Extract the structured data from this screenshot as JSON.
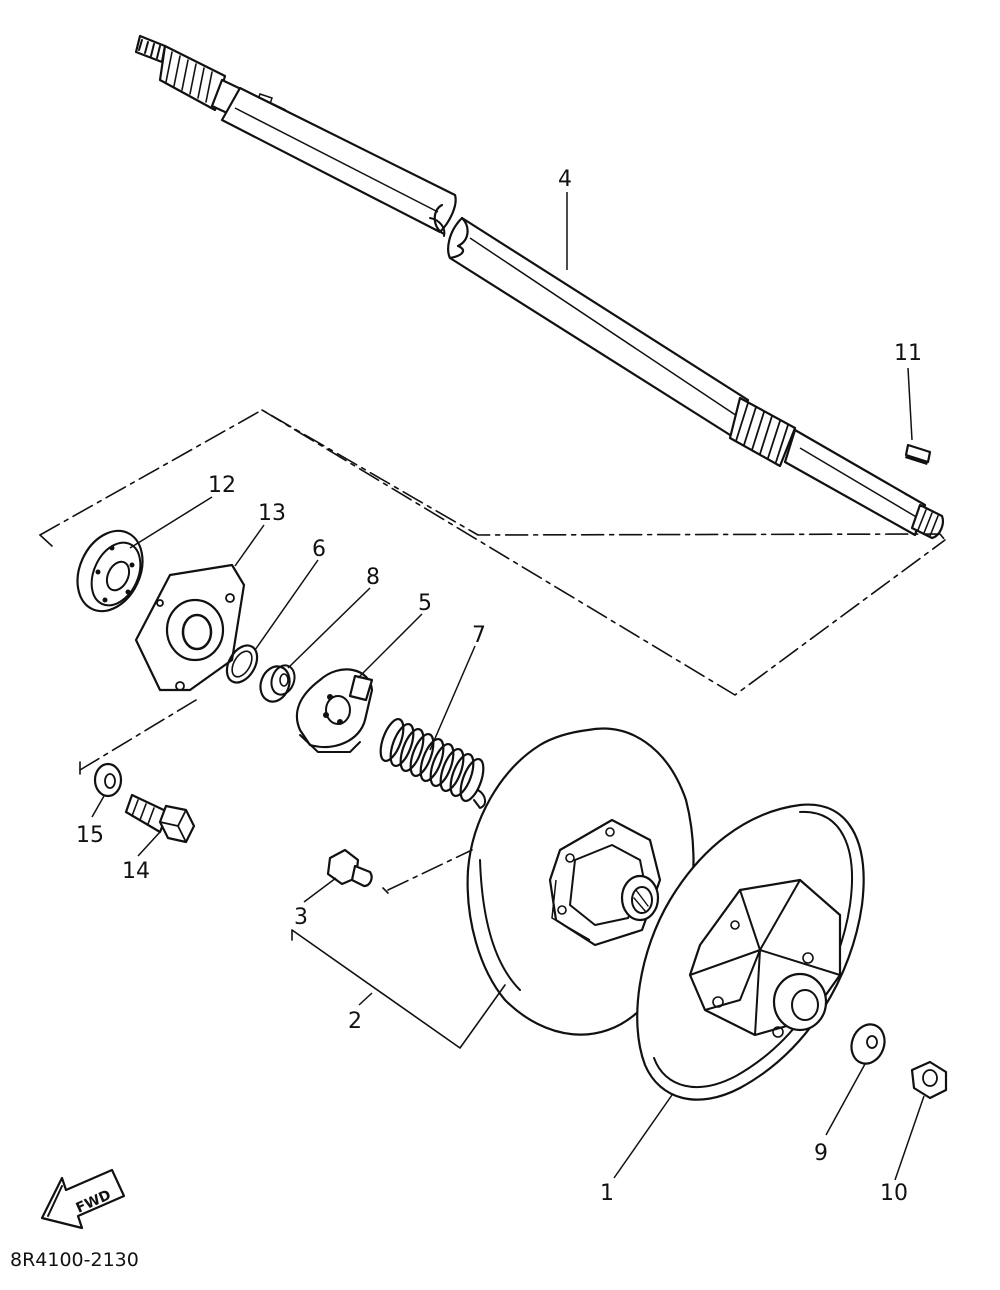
{
  "diagram_code": "8R4100-2130",
  "fwd_label": "FWD",
  "callouts": [
    {
      "id": "1",
      "label": "1"
    },
    {
      "id": "2",
      "label": "2"
    },
    {
      "id": "3",
      "label": "3"
    },
    {
      "id": "4",
      "label": "4"
    },
    {
      "id": "5",
      "label": "5"
    },
    {
      "id": "6",
      "label": "6"
    },
    {
      "id": "7",
      "label": "7"
    },
    {
      "id": "8",
      "label": "8"
    },
    {
      "id": "9",
      "label": "9"
    },
    {
      "id": "10",
      "label": "10"
    },
    {
      "id": "11",
      "label": "11"
    },
    {
      "id": "12",
      "label": "12"
    },
    {
      "id": "13",
      "label": "13"
    },
    {
      "id": "14",
      "label": "14"
    },
    {
      "id": "15",
      "label": "15"
    }
  ]
}
